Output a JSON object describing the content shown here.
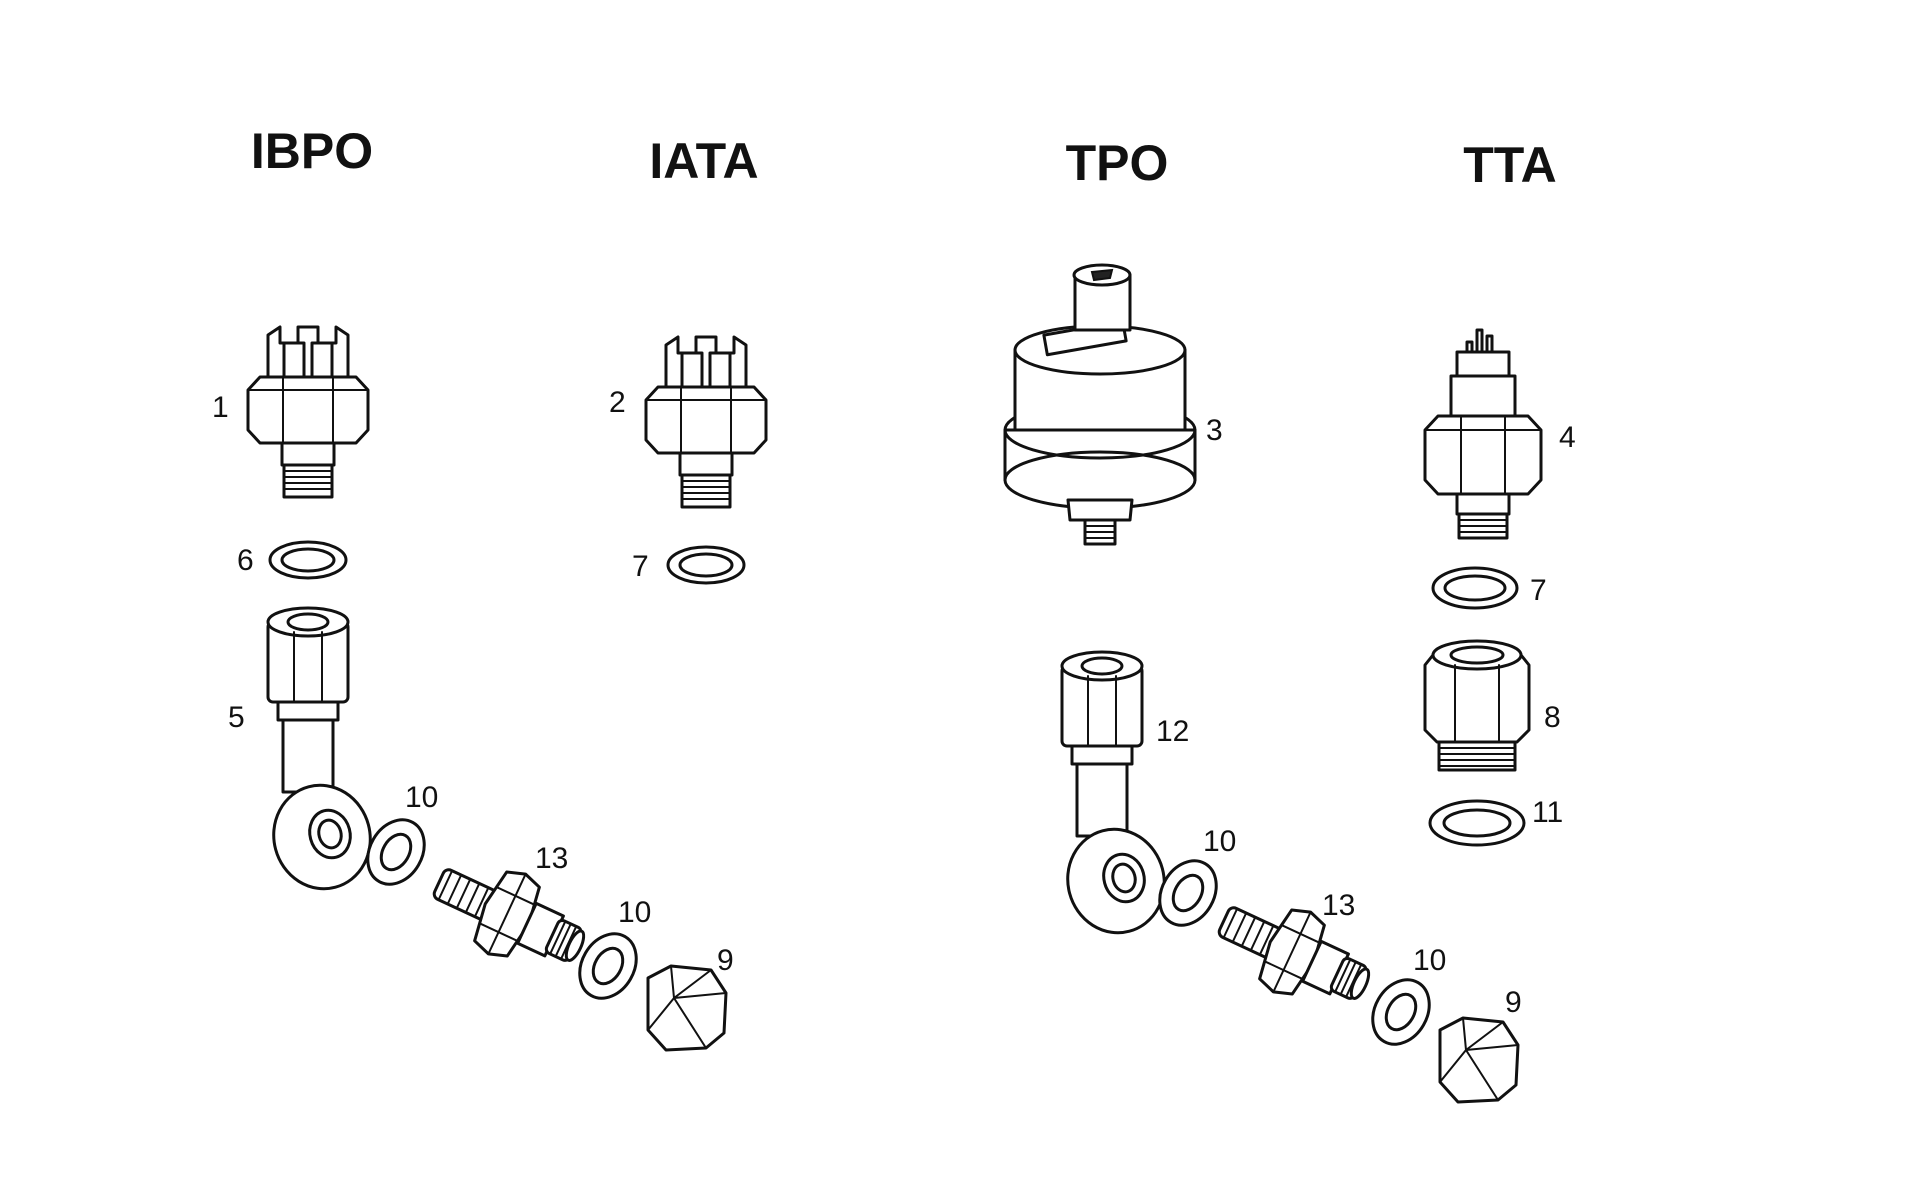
{
  "groups": [
    {
      "title": "IBPO"
    },
    {
      "title": "IATA"
    },
    {
      "title": "TPO"
    },
    {
      "title": "TTA"
    }
  ],
  "parts": {
    "sw_ibpo": "1",
    "sw_iata": "2",
    "sender_tpo": "3",
    "sw_tta": "4",
    "banjo_ibpo": "5",
    "washer_ibpo": "6",
    "washer_iata": "7",
    "washer_tta_top": "7",
    "adapter_tta": "8",
    "cap_ibpo": "9",
    "cap_tpo": "9",
    "washer_ibpo_a": "10",
    "washer_ibpo_b": "10",
    "washer_tpo_a": "10",
    "washer_tpo_b": "10",
    "washer_tta_bottom": "11",
    "banjo_tpo": "12",
    "bolt_ibpo": "13",
    "bolt_tpo": "13"
  }
}
